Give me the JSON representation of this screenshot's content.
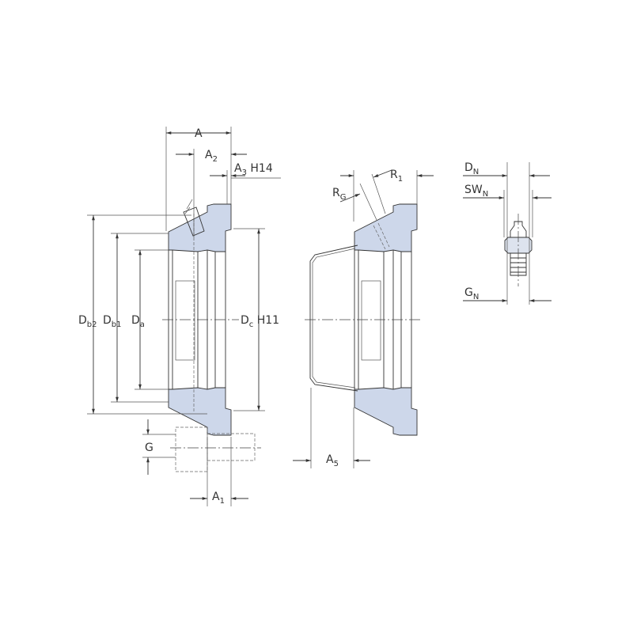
{
  "labels": {
    "A": {
      "base": "A",
      "sub": ""
    },
    "A2": {
      "base": "A",
      "sub": "2"
    },
    "A3": {
      "base": "A",
      "sub": "3",
      "suffix": " H14"
    },
    "Db2": {
      "base": "D",
      "sub": "b2"
    },
    "Db1": {
      "base": "D",
      "sub": "b1"
    },
    "Da": {
      "base": "D",
      "sub": "a"
    },
    "Dc": {
      "base": "D",
      "sub": "c",
      "suffix": " H11"
    },
    "G": {
      "base": "G",
      "sub": ""
    },
    "A1": {
      "base": "A",
      "sub": "1"
    },
    "RG": {
      "base": "R",
      "sub": "G"
    },
    "R1": {
      "base": "R",
      "sub": "1"
    },
    "A5": {
      "base": "A",
      "sub": "5"
    },
    "DN": {
      "base": "D",
      "sub": "N"
    },
    "SWN": {
      "base": "SW",
      "sub": "N"
    },
    "GN": {
      "base": "G",
      "sub": "N"
    }
  },
  "colors": {
    "section_fill": "#cdd7ea",
    "line": "#333333"
  }
}
